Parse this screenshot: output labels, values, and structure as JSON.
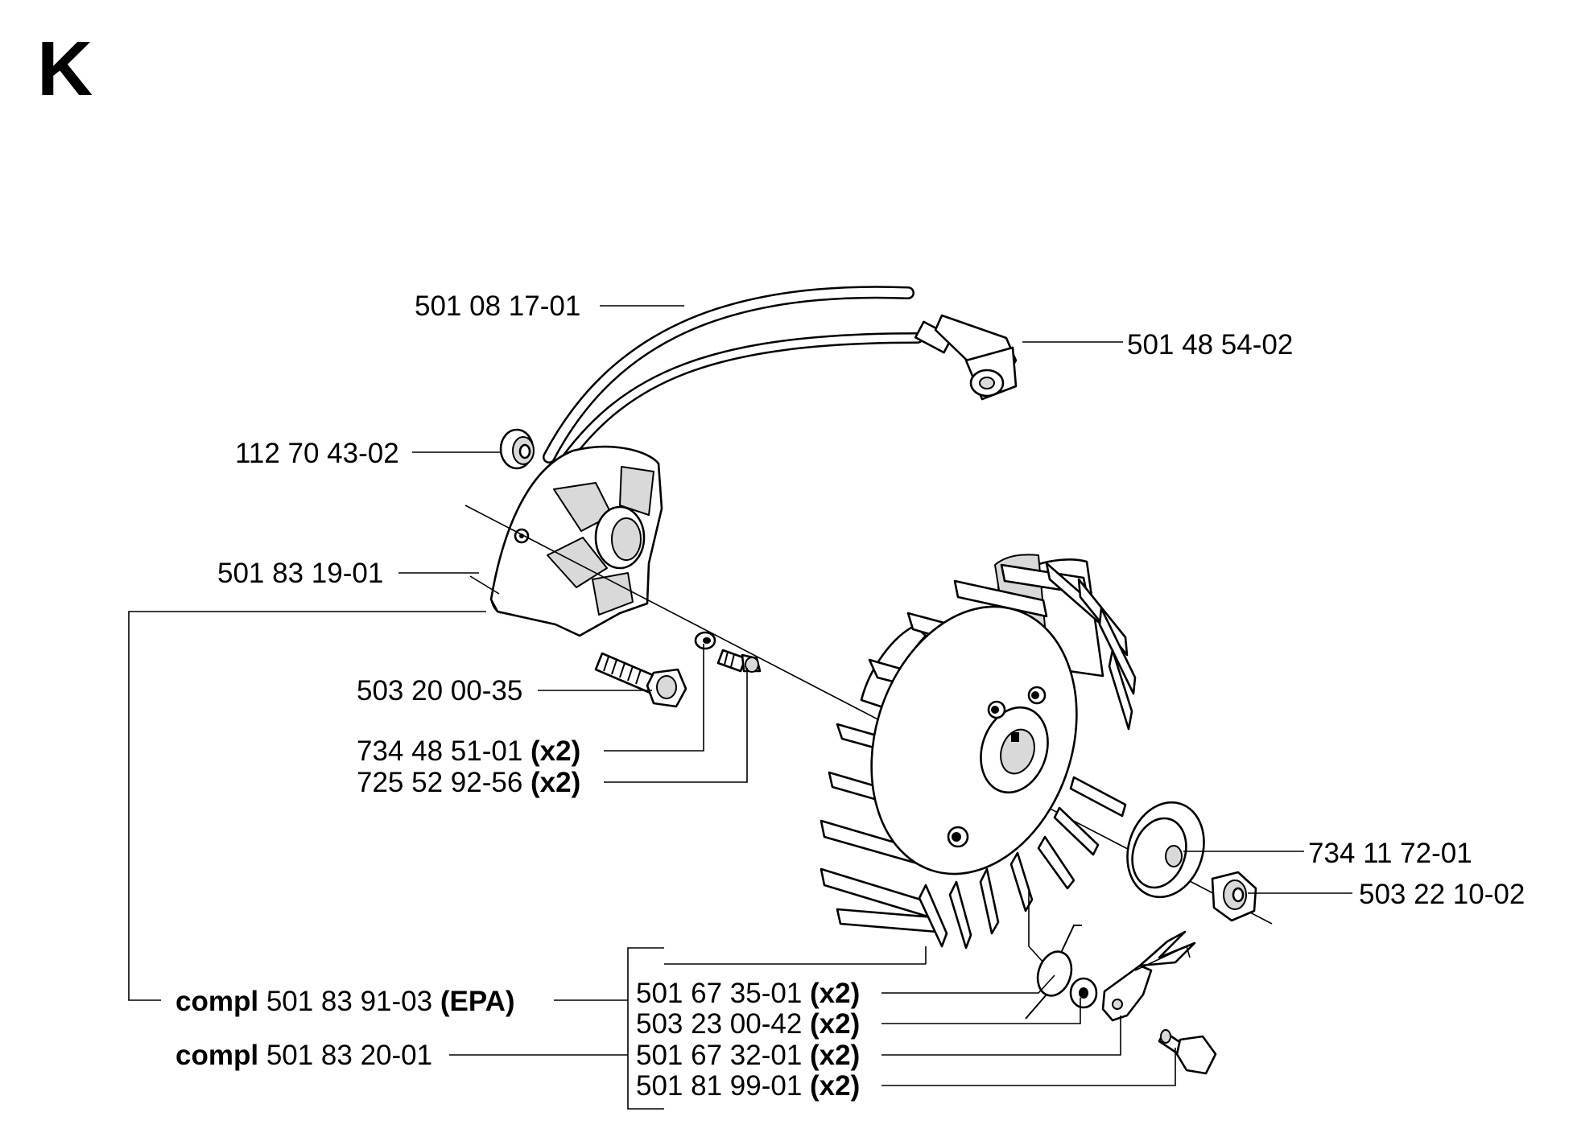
{
  "section_letter": "K",
  "parts": {
    "ignition_lead": "501 08 17-01",
    "spark_plug_cap": "501 48 54-02",
    "grommet": "112 70 43-02",
    "ignition_module": "501 83 19-01",
    "module_screw": "503 20 00-35",
    "washer": {
      "number": "734 48 51-01",
      "qty": "(x2)"
    },
    "screw": {
      "number": "725 52 92-56",
      "qty": "(x2)"
    },
    "flywheel_washer": "734 11 72-01",
    "flywheel_nut": "503 22 10-02",
    "pawl_spring": {
      "number": "501 67 35-01",
      "qty": "(x2)"
    },
    "pawl_washer": {
      "number": "503 23 00-42",
      "qty": "(x2)"
    },
    "pawl": {
      "number": "501 67 32-01",
      "qty": "(x2)"
    },
    "pawl_bolt": {
      "number": "501 81 99-01",
      "qty": "(x2)"
    }
  },
  "assemblies": {
    "flywheel_epa": {
      "prefix": "compl",
      "number": "501 83 91-03",
      "suffix": "(EPA)"
    },
    "flywheel": {
      "prefix": "compl",
      "number": "501 83 20-01"
    }
  }
}
